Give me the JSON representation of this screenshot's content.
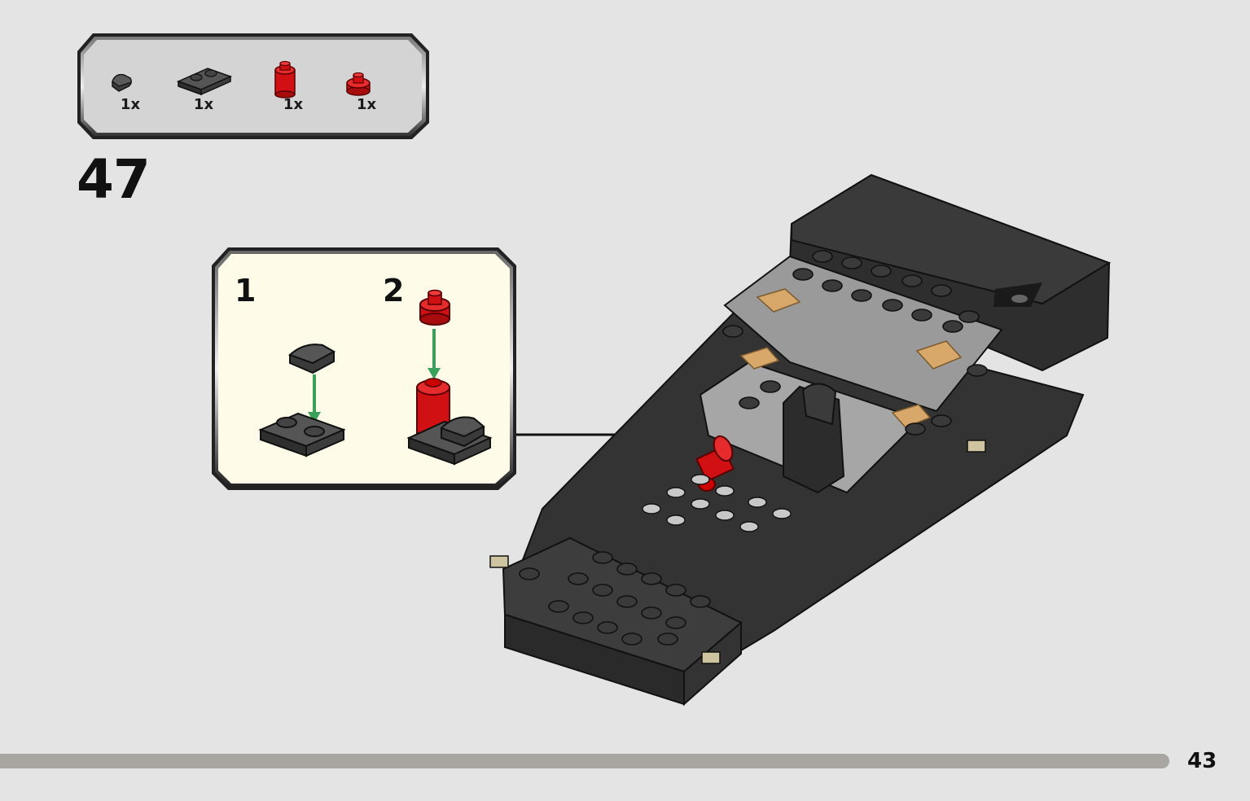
{
  "step": {
    "number": "47"
  },
  "parts_list": {
    "items": [
      {
        "icon": "dark-gray-round-tile-icon",
        "qty": "1x",
        "color": "#3a3a3a"
      },
      {
        "icon": "dark-gray-plate-1x2-icon",
        "qty": "1x",
        "color": "#3a3a3a"
      },
      {
        "icon": "red-round-brick-icon",
        "qty": "1x",
        "color": "#d01012"
      },
      {
        "icon": "red-round-plate-icon",
        "qty": "1x",
        "color": "#d01012"
      }
    ]
  },
  "sub_assembly": {
    "steps": [
      {
        "label": "1"
      },
      {
        "label": "2"
      }
    ]
  },
  "colors": {
    "page_background": "#e4e4e4",
    "callout_background": "#fefce8",
    "arrow_green": "#3aa15c",
    "brick_red": "#d01012",
    "brick_black": "#2b2b2b",
    "progress_bar": "#a9a5a1"
  },
  "footer": {
    "page_number": "43"
  }
}
